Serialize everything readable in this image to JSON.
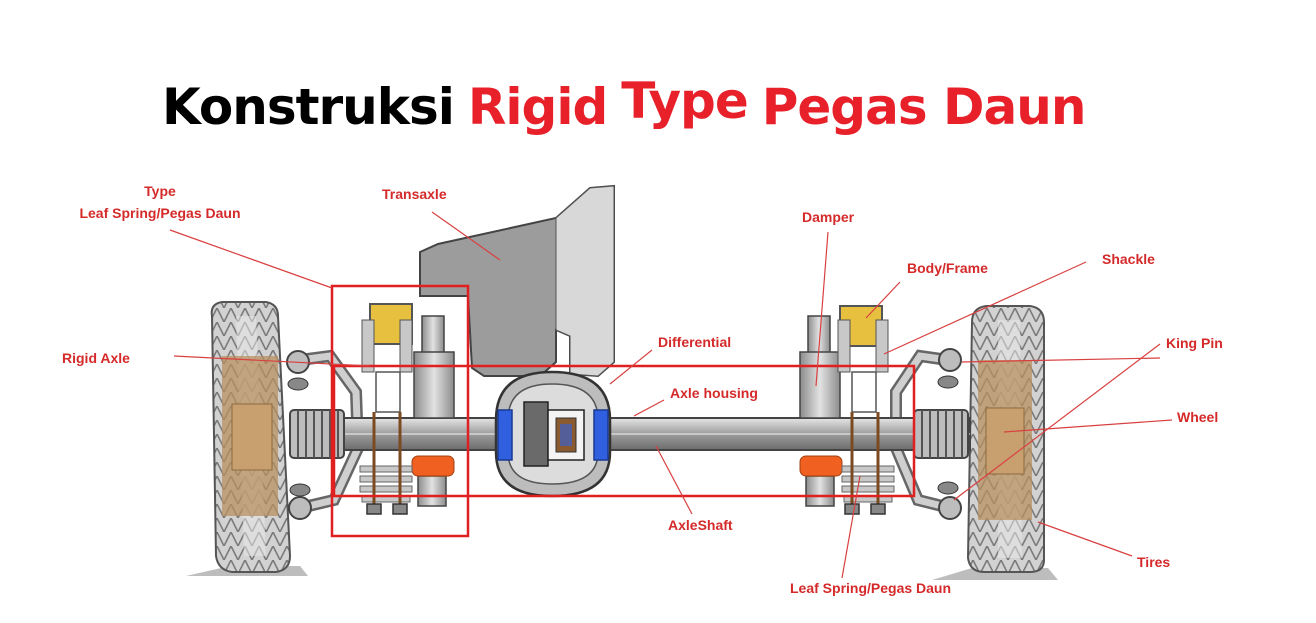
{
  "title": {
    "word1": "Konstruksi",
    "word2": "Rigid",
    "word3": "Type",
    "word4": "Pegas Daun"
  },
  "labels": {
    "type_line1": "Type",
    "type_line2": "Leaf Spring/Pegas Daun",
    "transaxle": "Transaxle",
    "damper": "Damper",
    "body_frame": "Body/Frame",
    "shackle": "Shackle",
    "rigid_axle": "Rigid Axle",
    "differential": "Differential",
    "king_pin": "King Pin",
    "axle_housing": "Axle housing",
    "wheel": "Wheel",
    "axle_shaft": "AxleShaft",
    "tires": "Tires",
    "leaf_spring": "Leaf Spring/Pegas Daun"
  },
  "colors": {
    "title_black": "#000000",
    "title_red": "#e8202a",
    "label_red": "#d42a2a",
    "leader_line": "#d94040",
    "highlight_box": "#e02020",
    "tire": "#cfcfcf",
    "hub": "#b89060",
    "metal": "#a8a8a8",
    "bump_stop": "#e8c040",
    "spring_seat": "#f06020",
    "diff_blue": "#3060e0"
  }
}
